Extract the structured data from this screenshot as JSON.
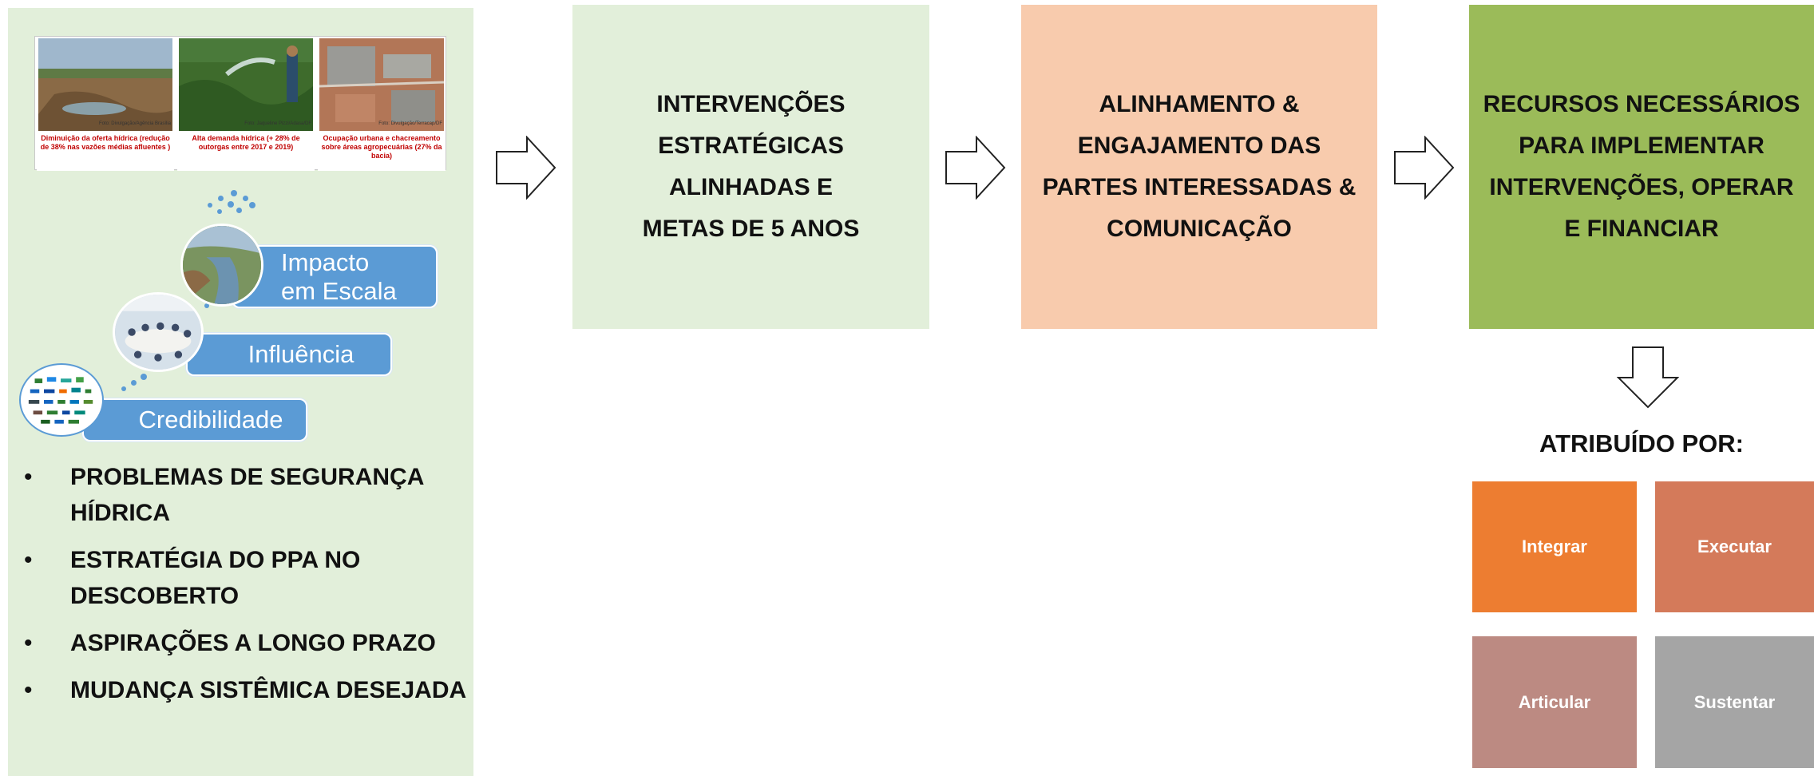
{
  "photos": [
    {
      "caption": "Diminuição da oferta hídrica (redução de 38% nas vazões médias afluentes )",
      "credit": "Foto: Divulgação/Agência Brasília"
    },
    {
      "caption": "Alta demanda hídrica (+ 28% de outorgas entre 2017 e 2019)",
      "credit": "Foto: Jaqueline Pizzi/Adasa/DF"
    },
    {
      "caption": "Ocupação urbana e chacreamento sobre áreas agropecuárias (27% da bacia)",
      "credit": "Foto: Divulgação/Terracap/DF"
    }
  ],
  "pyramid": {
    "impacto": "Impacto em Escala",
    "impacto_line1": "Impacto",
    "impacto_line2": "em Escala",
    "influencia": "Influência",
    "credibilidade": "Credibilidade"
  },
  "bullets": [
    "PROBLEMAS DE SEGURANÇA HÍDRICA",
    "ESTRATÉGIA DO PPA NO DESCOBERTO",
    "ASPIRAÇÕES A LONGO PRAZO",
    "MUDANÇA SISTÊMICA DESEJADA"
  ],
  "bullet_marker": "•",
  "stages": {
    "intervencoes": [
      "INTERVENÇÕES",
      "ESTRATÉGICAS",
      "ALINHADAS E",
      "METAS DE 5 ANOS"
    ],
    "alinhamento": [
      "ALINHAMENTO &",
      "ENGAJAMENTO DAS",
      "PARTES INTERESSADAS &",
      "COMUNICAÇÃO"
    ],
    "recursos": [
      "RECURSOS NECESSÁRIOS",
      "PARA IMPLEMENTAR",
      "INTERVENÇÕES, OPERAR",
      "E FINANCIAR"
    ]
  },
  "atribuido_por": "ATRIBUÍDO POR:",
  "tiles": {
    "integrar": "Integrar",
    "executar": "Executar",
    "articular": "Articular",
    "sustentar": "Sustentar"
  },
  "colors": {
    "light_green": "#e2efda",
    "peach": "#f8cbad",
    "olive_green": "#9bbb59",
    "pill_blue": "#5b9bd5",
    "integrar": "#ed7d31",
    "executar": "#d47a5a",
    "articular": "#bc8a82",
    "sustentar": "#a5a5a5",
    "caption_red": "#c00000"
  }
}
